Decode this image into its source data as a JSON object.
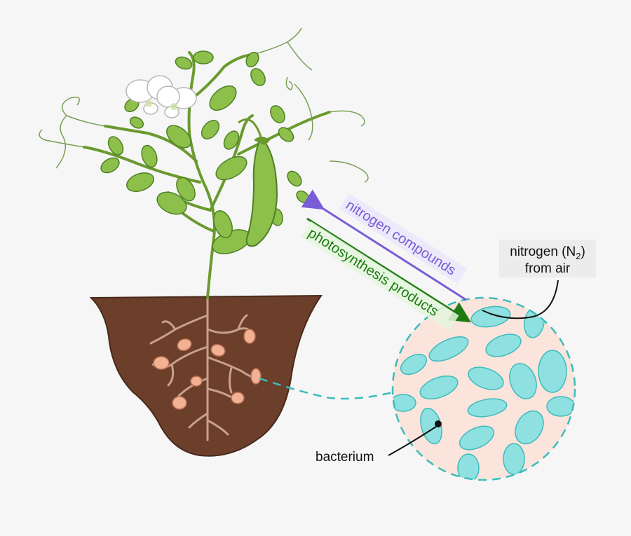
{
  "labels": {
    "nitrogen_compounds": "nitrogen compounds",
    "photosynthesis_products": "photosynthesis products",
    "nitrogen_air_line1_prefix": "nitrogen (N",
    "nitrogen_air_subscript": "2",
    "nitrogen_air_line1_suffix": ")",
    "nitrogen_air_line2": "from air",
    "bacterium": "bacterium"
  },
  "colors": {
    "background": "#f6f6f6",
    "soil": "#6b3f2a",
    "leaf": "#8cc04a",
    "leaf_outline": "#4f7f24",
    "stem": "#6a9a2e",
    "root": "#c9a08e",
    "nodule": "#f3b194",
    "bacteria": "#8fe0e0",
    "bacteria_outline": "#3cbcbc",
    "zoom_circle_fill": "#fbe4dc",
    "zoom_circle_stroke": "#3cbcbc",
    "nitrogen_compounds_arrow": "#7a5cd6",
    "photosynthesis_arrow": "#1f7a12",
    "label_text": "#111111"
  }
}
